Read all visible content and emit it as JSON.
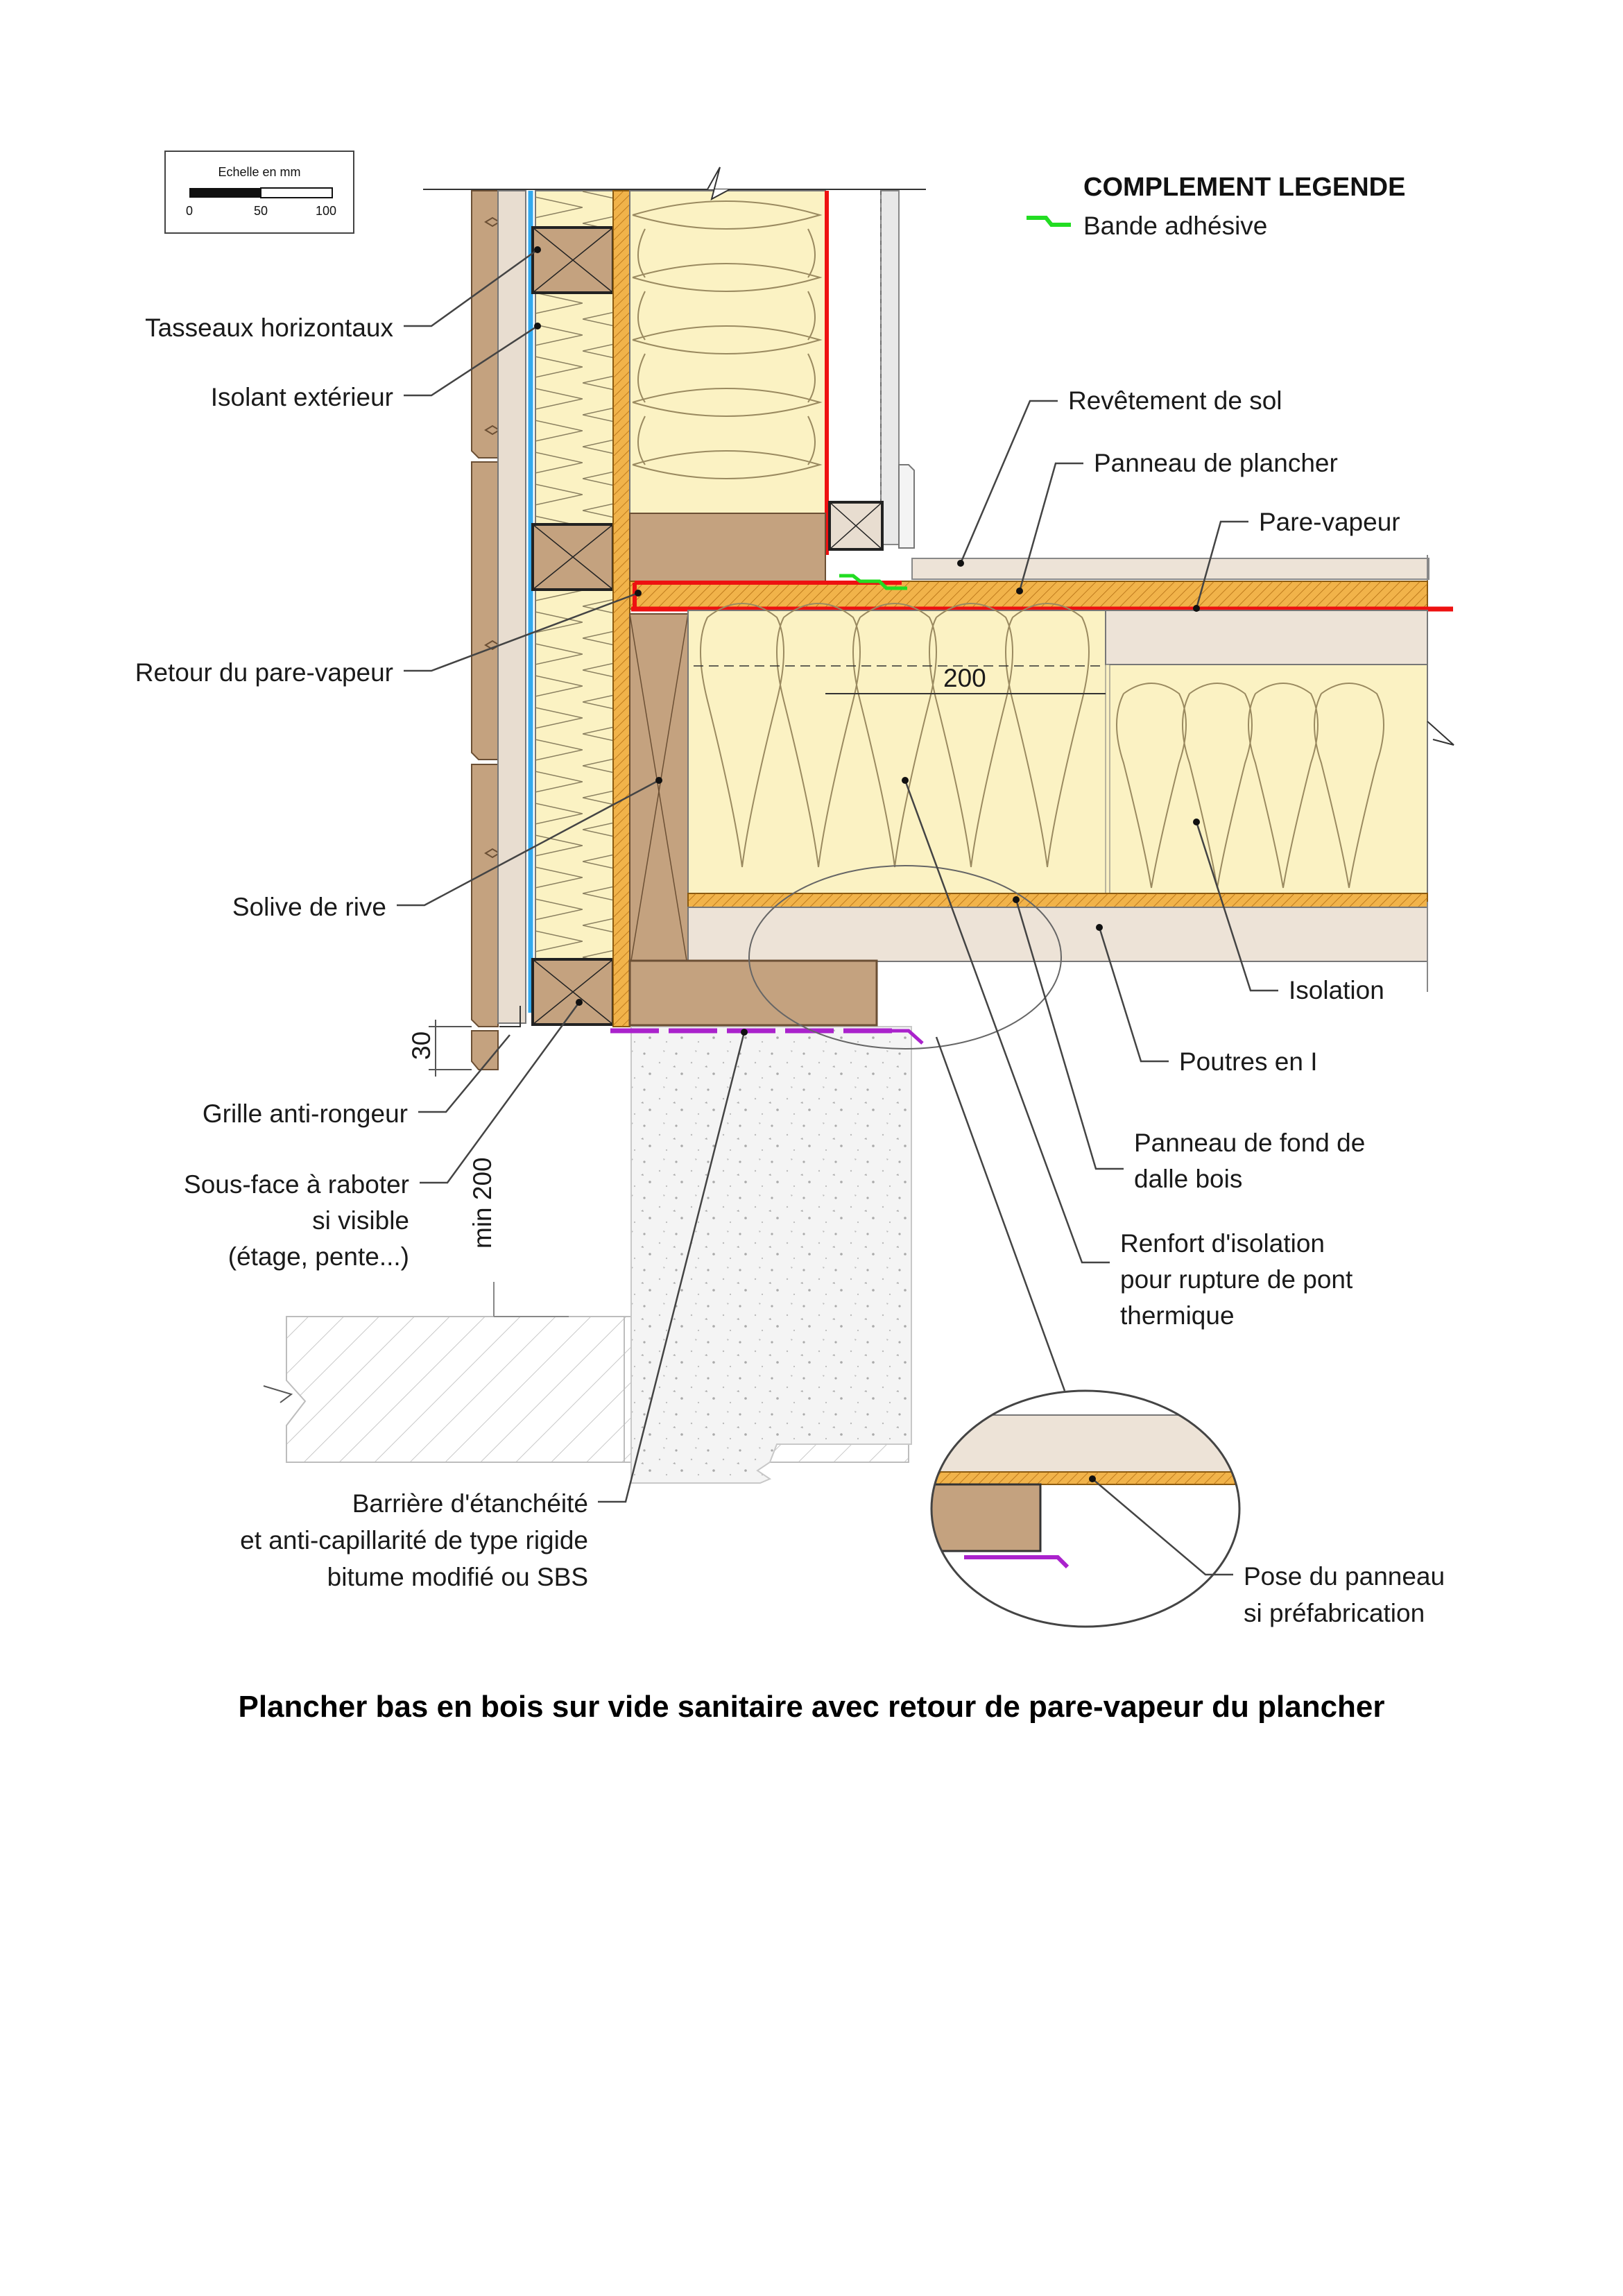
{
  "scale": {
    "title": "Echelle en mm",
    "ticks": [
      "0",
      "50",
      "100"
    ]
  },
  "legend": {
    "title": "COMPLEMENT LEGENDE",
    "items": [
      {
        "label": "Bande adhésive",
        "color": "#22dd22"
      }
    ]
  },
  "colors": {
    "timber": "#c4a27f",
    "insulation": "#fbf2c3",
    "osb": "#f1b34a",
    "vapour_barrier": "#ee1111",
    "rain_screen": "#33aaee",
    "dpc": "#aa22cc",
    "finish": "#ede3d7",
    "concrete": "#f4f4f4"
  },
  "labels": {
    "tasseaux": "Tasseaux horizontaux",
    "isolant_ext": "Isolant extérieur",
    "retour_pv": "Retour du pare-vapeur",
    "solive_rive": "Solive de rive",
    "grille": "Grille anti-rongeur",
    "sous_face": [
      "Sous-face à raboter",
      "si visible",
      "(étage, pente...)"
    ],
    "revetement": "Revêtement de sol",
    "panneau_plancher": "Panneau de plancher",
    "pare_vapeur": "Pare-vapeur",
    "isolation": "Isolation",
    "poutres_i": "Poutres en I",
    "panneau_fond": [
      "Panneau de fond de",
      "dalle bois"
    ],
    "renfort": [
      "Renfort d'isolation",
      "pour rupture de pont",
      "thermique"
    ],
    "barriere": [
      "Barrière d'étanchéité",
      "et anti-capillarité de type rigide",
      "bitume modifié ou SBS"
    ],
    "pose_panneau": [
      "Pose du panneau",
      "si préfabrication"
    ]
  },
  "dimensions": {
    "d200": "200",
    "d30": "30",
    "min200": "min 200"
  },
  "caption": "Plancher bas en bois sur vide sanitaire avec retour de pare-vapeur du plancher"
}
